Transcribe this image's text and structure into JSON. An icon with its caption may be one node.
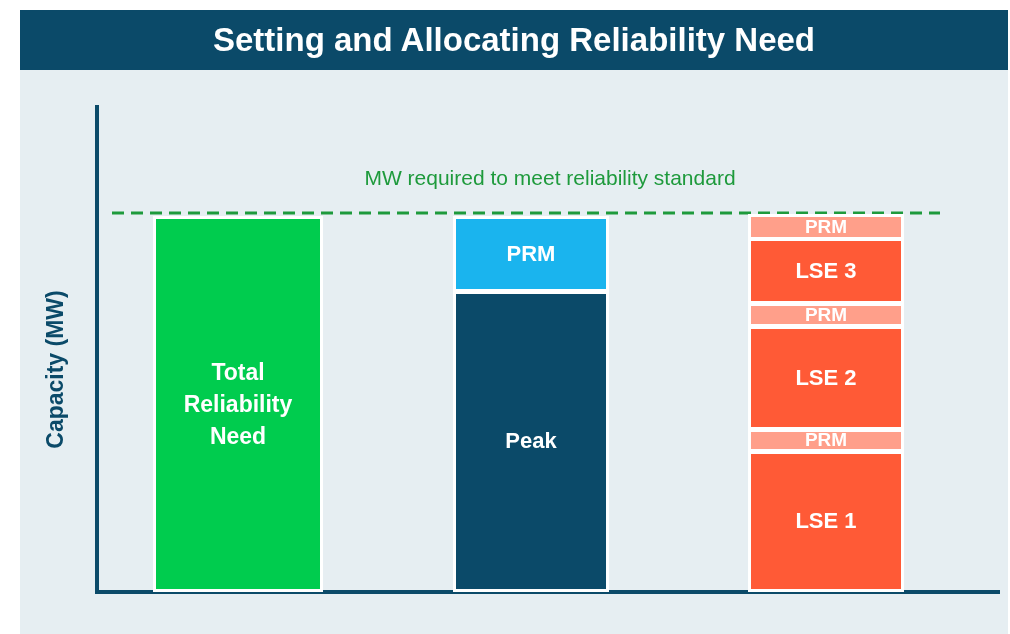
{
  "diagram": {
    "title": "Setting and Allocating Reliability Need",
    "nodes": [
      {
        "text": [
          "Total Reliability Need"
        ]
      },
      {
        "text": [
          "PRM"
        ]
      },
      {
        "text": [
          "Peak"
        ]
      },
      {
        "text": [
          "PRM"
        ]
      },
      {
        "text": [
          "LSE 3"
        ]
      },
      {
        "text": [
          "PRM"
        ]
      },
      {
        "text": [
          "LSE 2"
        ]
      },
      {
        "text": [
          "PRM"
        ]
      },
      {
        "text": [
          "LSE 1"
        ]
      }
    ],
    "labels": [
      "MW required to meet reliability standard",
      "Capacity (MW)"
    ]
  }
}
